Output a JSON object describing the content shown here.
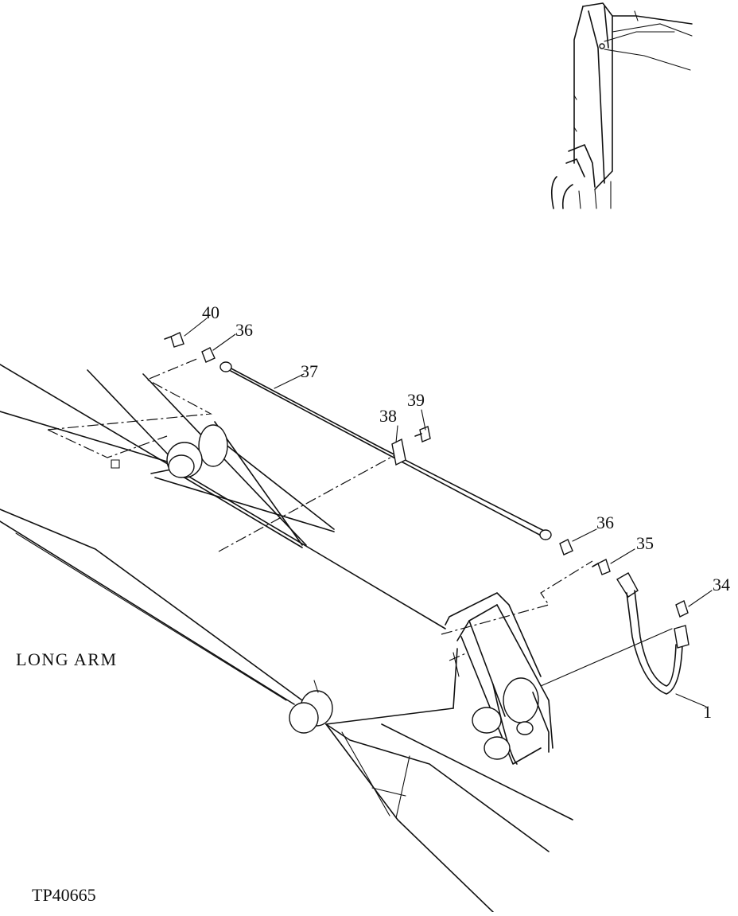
{
  "figure_id": "TP40665",
  "caption": "LONG ARM",
  "callouts": [
    {
      "id": "40",
      "label": "40"
    },
    {
      "id": "36a",
      "label": "36"
    },
    {
      "id": "37",
      "label": "37"
    },
    {
      "id": "39",
      "label": "39"
    },
    {
      "id": "38",
      "label": "38"
    },
    {
      "id": "36b",
      "label": "36"
    },
    {
      "id": "35",
      "label": "35"
    },
    {
      "id": "34",
      "label": "34"
    },
    {
      "id": "1",
      "label": "1"
    }
  ]
}
